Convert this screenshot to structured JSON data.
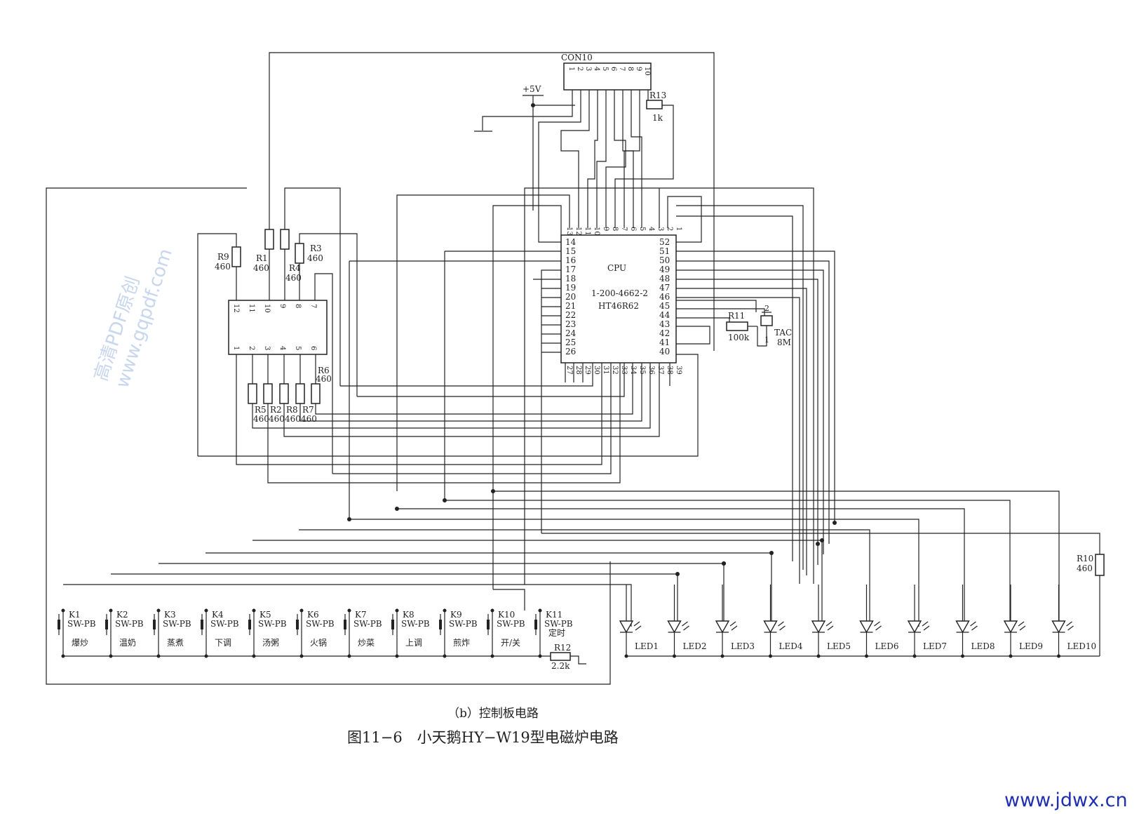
{
  "connector": {
    "name": "CON10",
    "pins": [
      "1",
      "2",
      "3",
      "4",
      "5",
      "6",
      "7",
      "8",
      "9",
      "10"
    ]
  },
  "supply": {
    "label": "+5V"
  },
  "cpu": {
    "label": "CPU",
    "part1": "1-200-4662-2",
    "part2": "HT46R62",
    "pins_top": [
      "13",
      "12",
      "11",
      "10",
      "9",
      "8",
      "7",
      "6",
      "5",
      "4",
      "3",
      "2",
      "1"
    ],
    "pins_left": [
      "14",
      "15",
      "16",
      "17",
      "18",
      "19",
      "20",
      "21",
      "22",
      "23",
      "24",
      "25",
      "26"
    ],
    "pins_right": [
      "52",
      "51",
      "50",
      "49",
      "48",
      "47",
      "46",
      "45",
      "44",
      "43",
      "42",
      "41",
      "40"
    ],
    "pins_bottom": [
      "27",
      "28",
      "29",
      "30",
      "31",
      "32",
      "33",
      "34",
      "35",
      "36",
      "37",
      "38",
      "39"
    ]
  },
  "driver_ic": {
    "pins_top": [
      "12",
      "11",
      "10",
      "9",
      "8",
      "7"
    ],
    "pins_bottom": [
      "1",
      "2",
      "3",
      "4",
      "5",
      "6"
    ]
  },
  "resistors": [
    {
      "name": "R1",
      "value": "460"
    },
    {
      "name": "R2",
      "value": "460"
    },
    {
      "name": "R3",
      "value": "460"
    },
    {
      "name": "R4",
      "value": "460"
    },
    {
      "name": "R5",
      "value": "460"
    },
    {
      "name": "R6",
      "value": "460"
    },
    {
      "name": "R7",
      "value": "460"
    },
    {
      "name": "R8",
      "value": "460"
    },
    {
      "name": "R9",
      "value": "460"
    },
    {
      "name": "R10",
      "value": "460"
    },
    {
      "name": "R11",
      "value": "100k"
    },
    {
      "name": "R12",
      "value": "2.2k"
    },
    {
      "name": "R13",
      "value": "1k"
    }
  ],
  "crystal": {
    "name": "TAC",
    "value": "8M",
    "pin_a": "2",
    "pin_b": "1"
  },
  "switches": [
    {
      "name": "K1",
      "type": "SW-PB",
      "func": "爆炒"
    },
    {
      "name": "K2",
      "type": "SW-PB",
      "func": "温奶"
    },
    {
      "name": "K3",
      "type": "SW-PB",
      "func": "蒸煮"
    },
    {
      "name": "K4",
      "type": "SW-PB",
      "func": "下调"
    },
    {
      "name": "K5",
      "type": "SW-PB",
      "func": "汤粥"
    },
    {
      "name": "K6",
      "type": "SW-PB",
      "func": "火锅"
    },
    {
      "name": "K7",
      "type": "SW-PB",
      "func": "炒菜"
    },
    {
      "name": "K8",
      "type": "SW-PB",
      "func": "上调"
    },
    {
      "name": "K9",
      "type": "SW-PB",
      "func": "煎炸"
    },
    {
      "name": "K10",
      "type": "SW-PB",
      "func": "开/关"
    },
    {
      "name": "K11",
      "type": "SW-PB",
      "func": "定时"
    }
  ],
  "leds": [
    "LED1",
    "LED2",
    "LED3",
    "LED4",
    "LED5",
    "LED6",
    "LED7",
    "LED8",
    "LED9",
    "LED10"
  ],
  "caption": "（b）控制板电路",
  "title": "图11−6　小天鹅HY−W19型电磁炉电路",
  "watermark": {
    "line1": "高清PDF原创",
    "line2": "www.gqpdf.com"
  },
  "site": "www.jdwx.cn"
}
